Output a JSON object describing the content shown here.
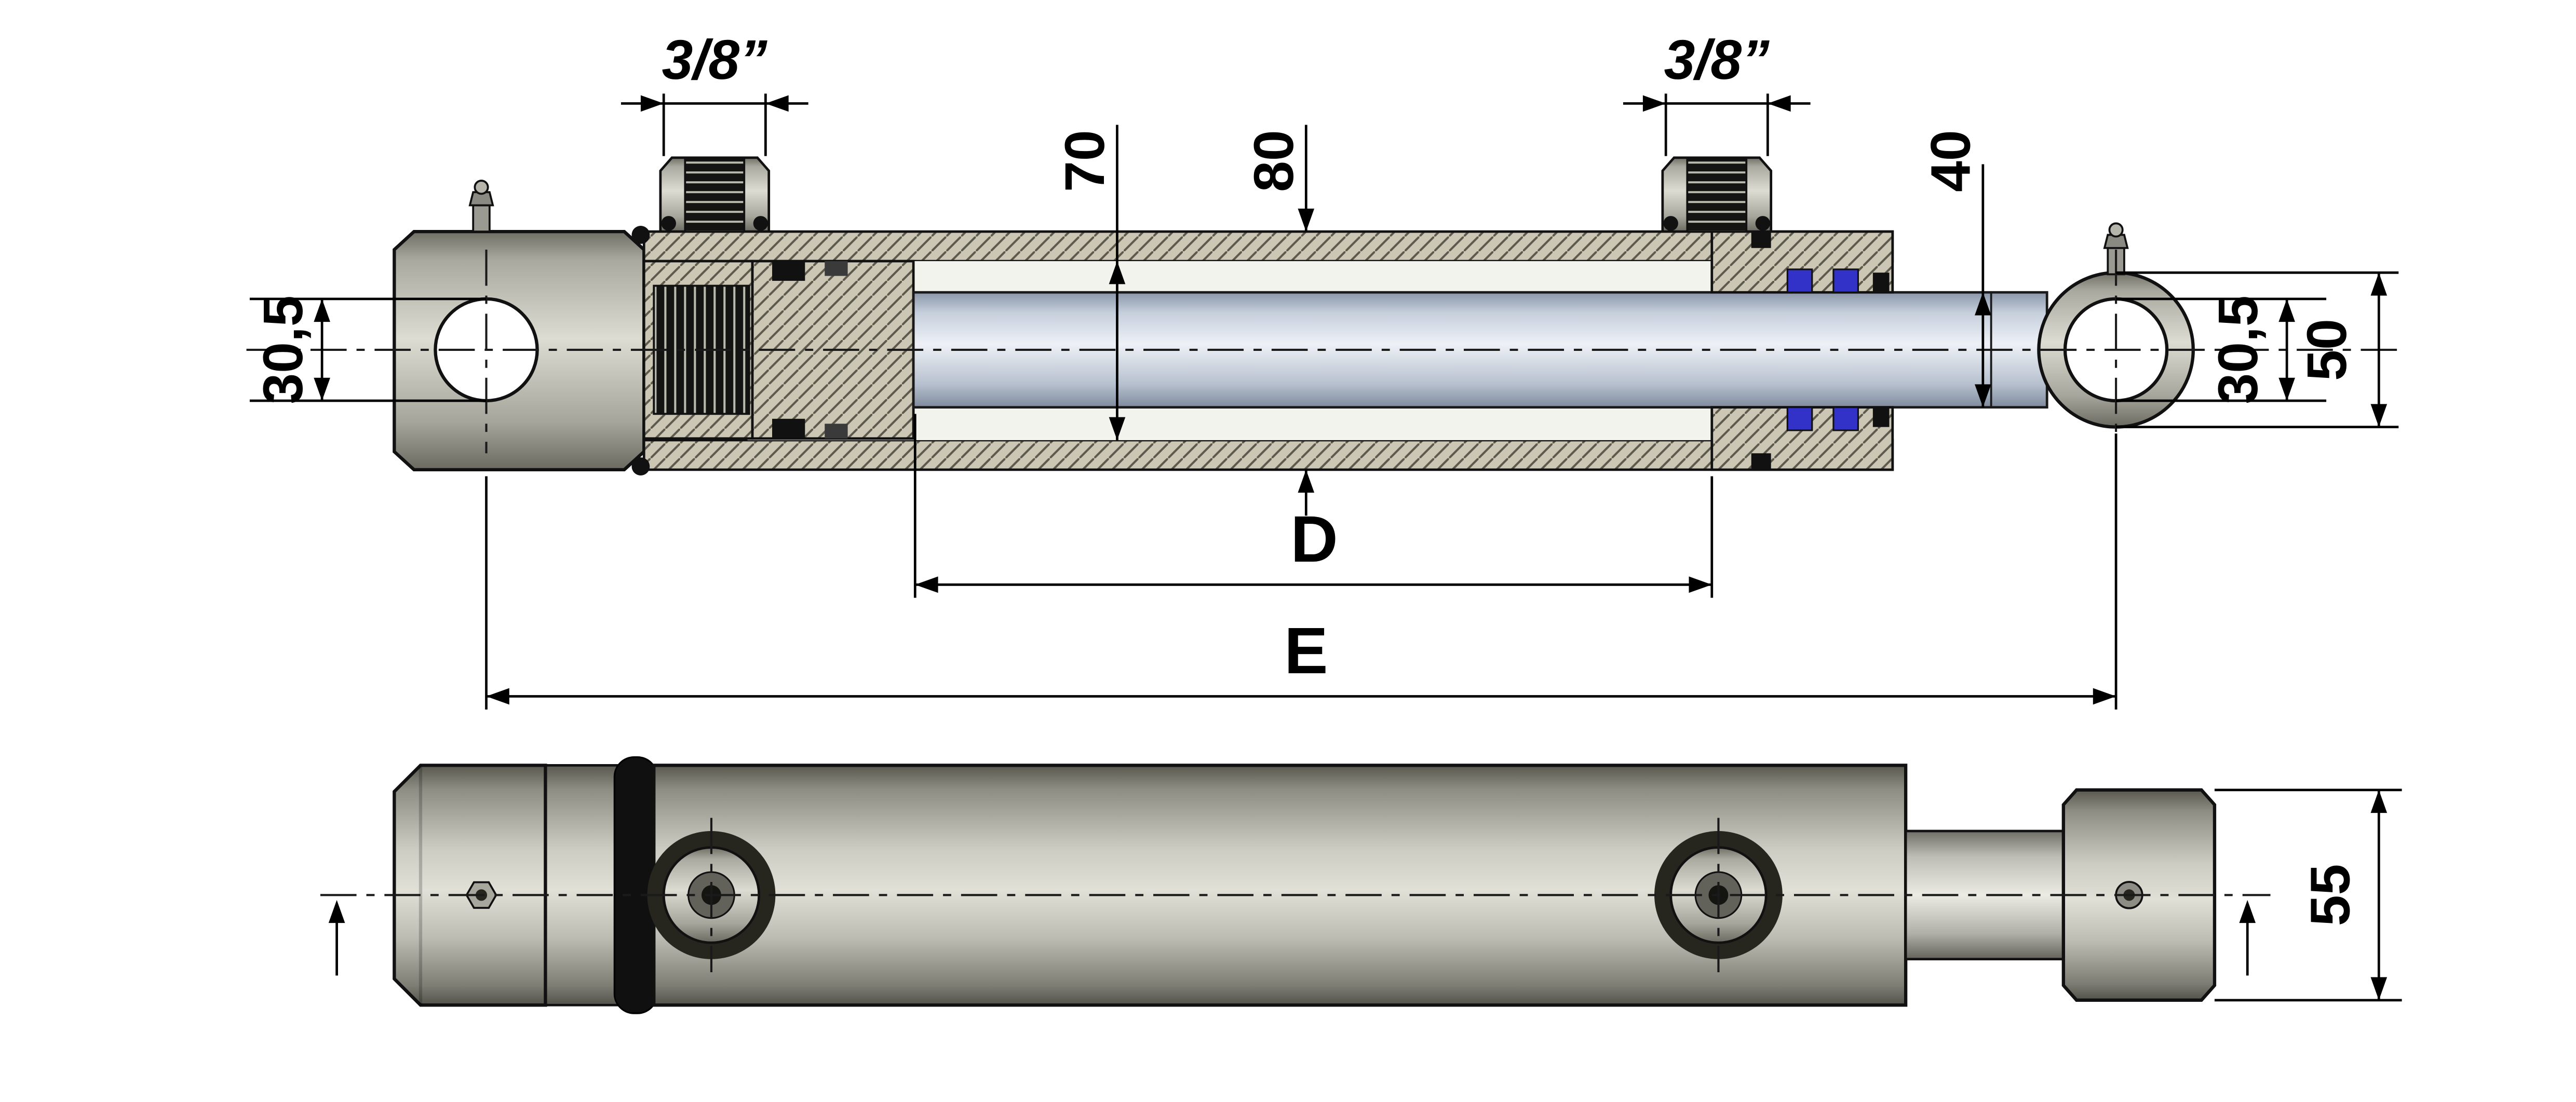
{
  "drawing": {
    "title": "hydraulic-cylinder-technical-drawing",
    "dimensions": {
      "port_left": "3/8”",
      "port_right": "3/8”",
      "bore_diameter": "70",
      "outer_diameter": "80",
      "rod_diameter": "40",
      "rear_eye_bore": "30,5",
      "front_eye_bore": "30,5",
      "front_eye_outer": "50",
      "stroke_label": "D",
      "overall_length_label": "E",
      "end_block_height": "55"
    },
    "colors": {
      "background": "#ffffff",
      "outline": "#111111",
      "seal_blue": "#3232c8",
      "hatch_fill": "#ccc6b5",
      "rod_fill": "#eef1f6"
    }
  }
}
